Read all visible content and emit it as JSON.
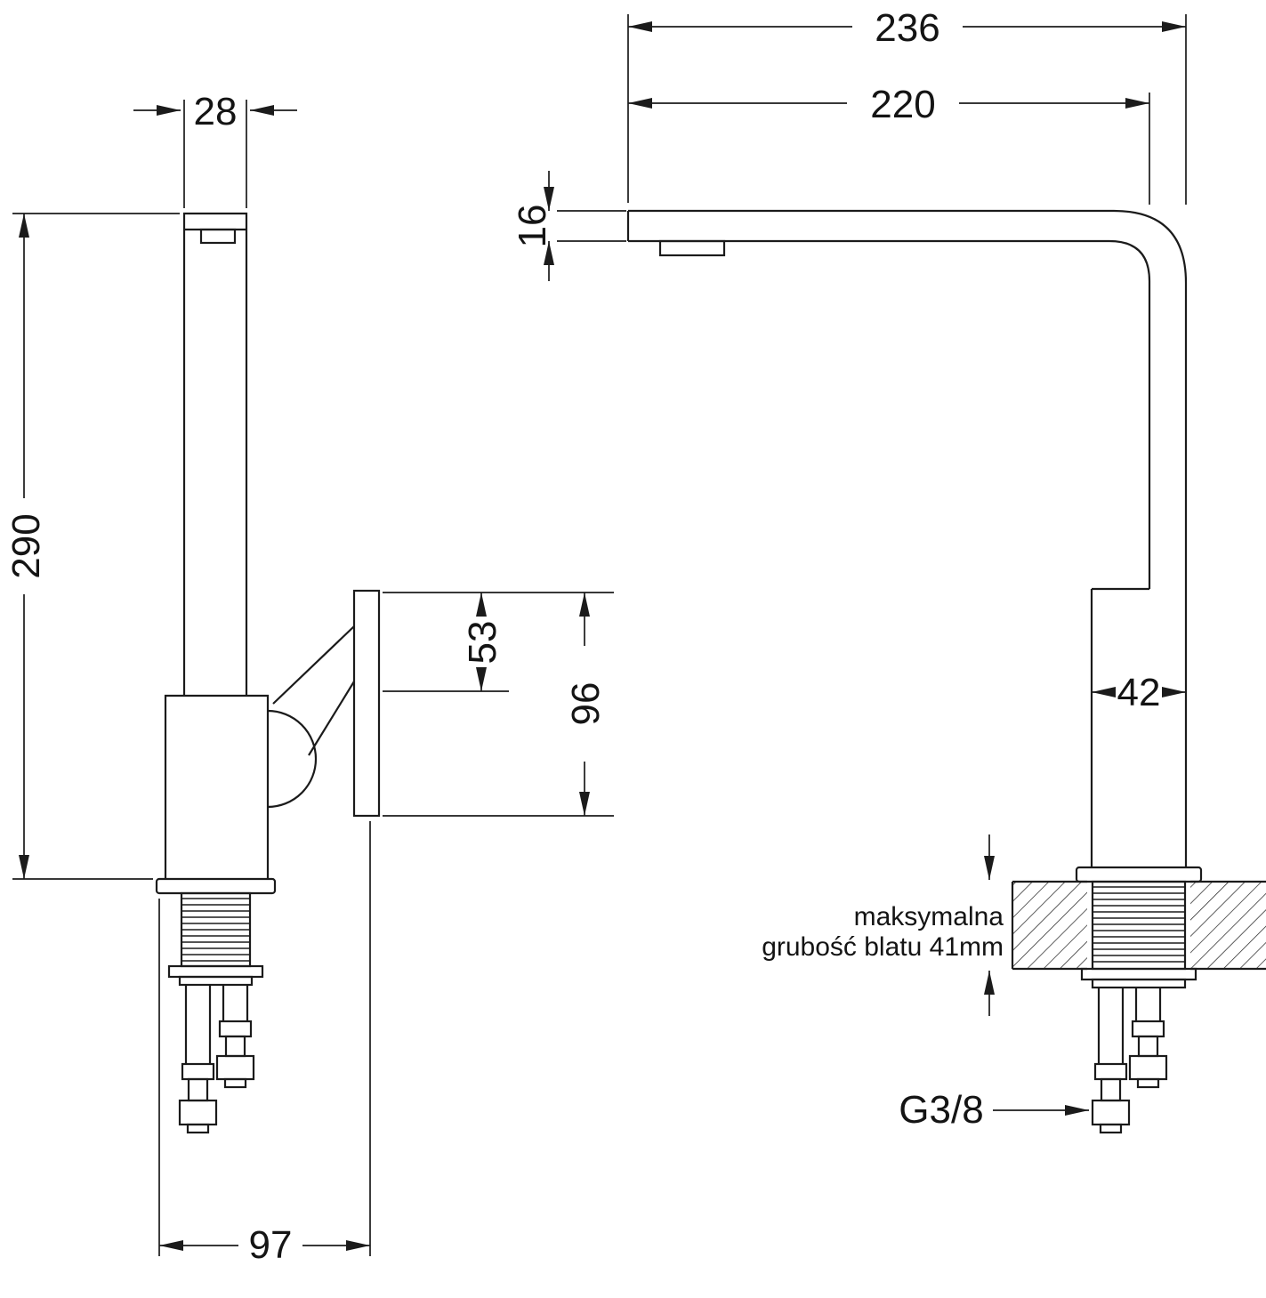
{
  "drawing": {
    "type": "technical-dimension-drawing",
    "subject": "kitchen sink faucet, side view and front view with installation dimensions",
    "views": {
      "side": {
        "dims": {
          "spout_width": "28",
          "total_height": "290",
          "handle_top": "53",
          "handle_height": "96",
          "base_reach": "97"
        }
      },
      "front": {
        "dims": {
          "overall_reach": "236",
          "spout_reach": "220",
          "spout_tube": "16",
          "body_width": "42"
        },
        "labels": {
          "counter_note_line1": "maksymalna",
          "counter_note_line2": "grubość blatu 41mm",
          "thread_size": "G3/8"
        }
      }
    },
    "colors": {
      "line": "#1b1b1b",
      "background": "#ffffff"
    }
  }
}
